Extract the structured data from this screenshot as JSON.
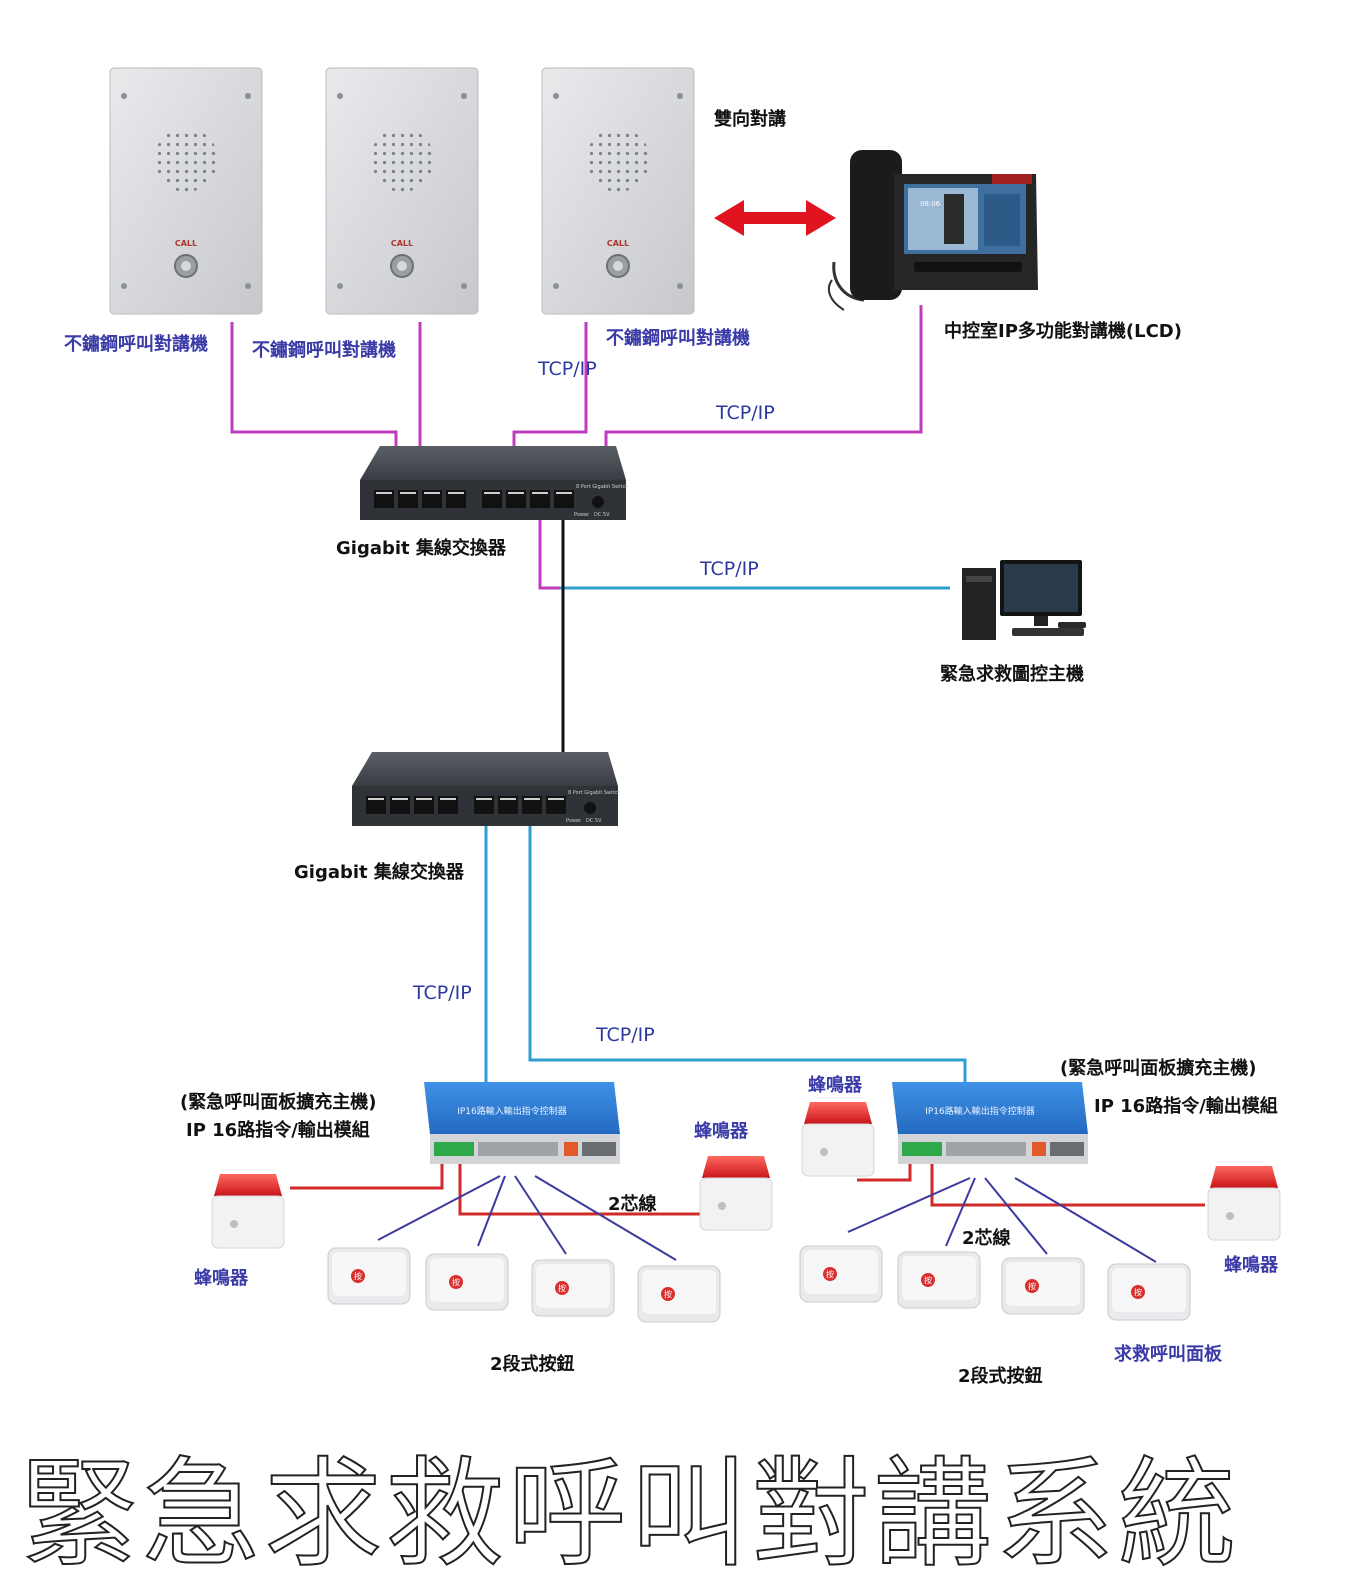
{
  "labels": {
    "two_way": "雙向對講",
    "intercom_1": "不鏽鋼呼叫對講機",
    "intercom_2": "不鏽鋼呼叫對講機",
    "intercom_3": "不鏽鋼呼叫對講機",
    "control_phone": "中控室IP多功能對講機(LCD)",
    "switch_1": "Gigabit 集線交換器",
    "switch_2": "Gigabit 集線交換器",
    "host_pc": "緊急求救圖控主機",
    "tcp_1": "TCP/IP",
    "tcp_2": "TCP/IP",
    "tcp_3": "TCP/IP",
    "tcp_4": "TCP/IP",
    "tcp_5": "TCP/IP",
    "module_left_title": "(緊急呼叫面板擴充主機)",
    "module_left_sub": "IP 16路指令/輸出模組",
    "module_right_title": "(緊急呼叫面板擴充主機)",
    "module_right_sub": "IP 16路指令/輸出模組",
    "buzzer_1": "蜂鳴器",
    "buzzer_2": "蜂鳴器",
    "buzzer_3": "蜂鳴器",
    "buzzer_4": "蜂鳴器",
    "wire_left": "2芯線",
    "wire_right": "2芯線",
    "buttons_left": "2段式按鈕",
    "buttons_right": "2段式按鈕",
    "panel_label": "求救呼叫面板",
    "title": "緊急求救呼叫對講系統"
  },
  "device_text": {
    "call": "CALL",
    "module_face": "IP16路輸入輸出指令控制器",
    "switch_brand": "8 Port Gigabit Switch",
    "switch_power": "Power",
    "switch_dc": "DC 5V",
    "screen_time": "08:06",
    "button_glyph": "按"
  },
  "colors": {
    "magenta_wire": "#c03cbf",
    "cyan_wire": "#2f9fd0",
    "red_wire": "#d02a2a",
    "blue_wire": "#3a3aa0",
    "arrow_red": "#e0141e",
    "label_blue": "#3b3ba8",
    "module_blue": "#2f7fd6"
  },
  "icons": [
    "intercom-panel-icon",
    "ip-phone-icon",
    "network-switch-icon",
    "desktop-pc-icon",
    "io-module-icon",
    "buzzer-icon",
    "call-button-icon",
    "double-arrow-icon"
  ]
}
